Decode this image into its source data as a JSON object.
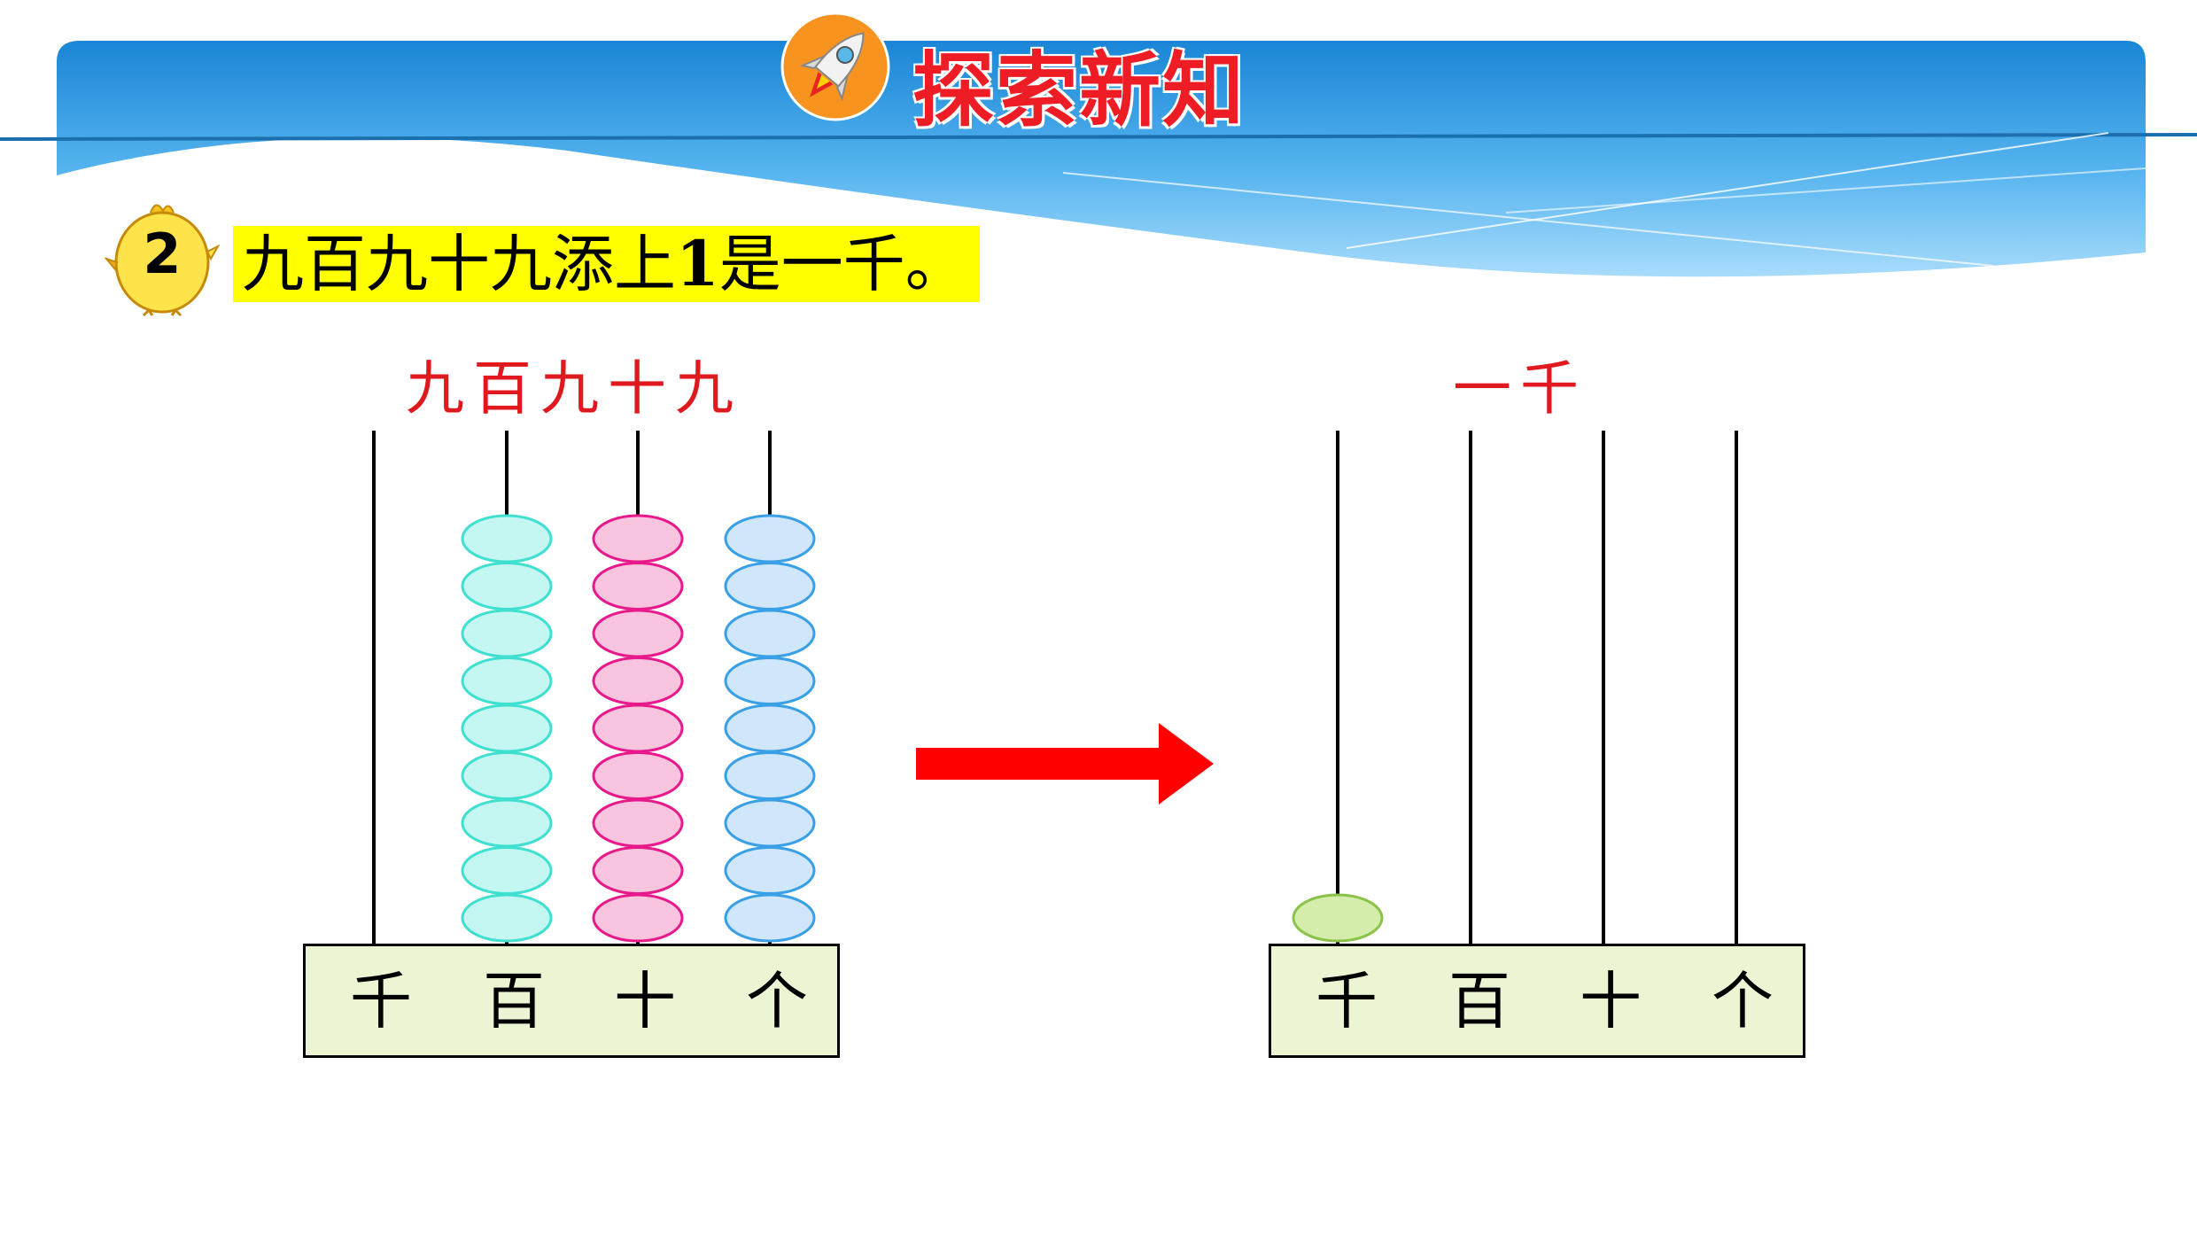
{
  "header": {
    "title": "探索新知",
    "icon": "rocket-icon",
    "banner_color": "#1e90d8",
    "title_color": "#ee1c25"
  },
  "problem": {
    "number": "2",
    "statement_before": "九百九十九添上",
    "statement_highlight": "1",
    "statement_after": "是一千。",
    "highlight_color": "#ffff00"
  },
  "left_abacus": {
    "label": "九百九十九",
    "places": [
      "千",
      "百",
      "十",
      "个"
    ],
    "bead_counts": [
      0,
      9,
      9,
      9
    ],
    "bead_colors": [
      "#8bc34a",
      "#40e0d0",
      "#e8198b",
      "#3aa0e6"
    ],
    "bead_fills": [
      "#d4edaa",
      "#c4f7f2",
      "#f8c4de",
      "#cfe6fb"
    ]
  },
  "right_abacus": {
    "label": "一千",
    "places": [
      "千",
      "百",
      "十",
      "个"
    ],
    "bead_counts": [
      1,
      0,
      0,
      0
    ],
    "bead_colors": [
      "#8bc34a",
      "#40e0d0",
      "#e8198b",
      "#3aa0e6"
    ],
    "bead_fills": [
      "#d4edaa",
      "#c4f7f2",
      "#f8c4de",
      "#cfe6fb"
    ]
  },
  "arrow": {
    "icon": "right-arrow-icon",
    "color": "#ff0000"
  }
}
